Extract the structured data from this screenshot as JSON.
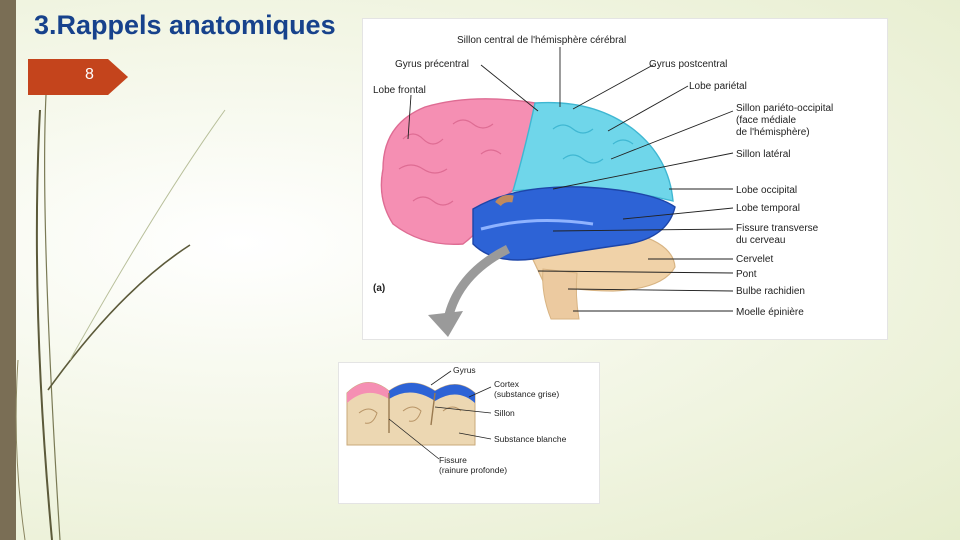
{
  "slide": {
    "title": "3.Rappels anatomiques",
    "page_number": "8"
  },
  "brain_figure": {
    "panel_label": "(a)",
    "labels": {
      "sillon_central": "Sillon central de l'hémisphère cérébral",
      "gyrus_precentral": "Gyrus précentral",
      "gyrus_postcentral": "Gyrus postcentral",
      "lobe_frontal": "Lobe frontal",
      "lobe_parietal": "Lobe pariétal",
      "sillon_parieto_1": "Sillon pariéto-occipital",
      "sillon_parieto_2": "(face médiale",
      "sillon_parieto_3": "de l'hémisphère)",
      "sillon_lateral": "Sillon latéral",
      "lobe_occipital": "Lobe occipital",
      "lobe_temporal": "Lobe temporal",
      "fissure_1": "Fissure transverse",
      "fissure_2": "du cerveau",
      "cervelet": "Cervelet",
      "pont": "Pont",
      "bulbe": "Bulbe rachidien",
      "moelle": "Moelle épinière"
    }
  },
  "cortex_figure": {
    "labels": {
      "gyrus": "Gyrus",
      "cortex_1": "Cortex",
      "cortex_2": "(substance grise)",
      "sillon": "Sillon",
      "substance_blanche": "Substance blanche",
      "fissure_1": "Fissure",
      "fissure_2": "(rainure profonde)"
    }
  },
  "colors": {
    "title": "#17428c",
    "page_tag": "#c4441c",
    "left_bar": "#7a6e55",
    "frontal_lobe": "#f58fb3",
    "parietal_lobe": "#6fd6ea",
    "temporal_lobe": "#2d63d6",
    "cerebellum_brainstem": "#f0d2a8",
    "white_matter": "#ecd7b2"
  }
}
